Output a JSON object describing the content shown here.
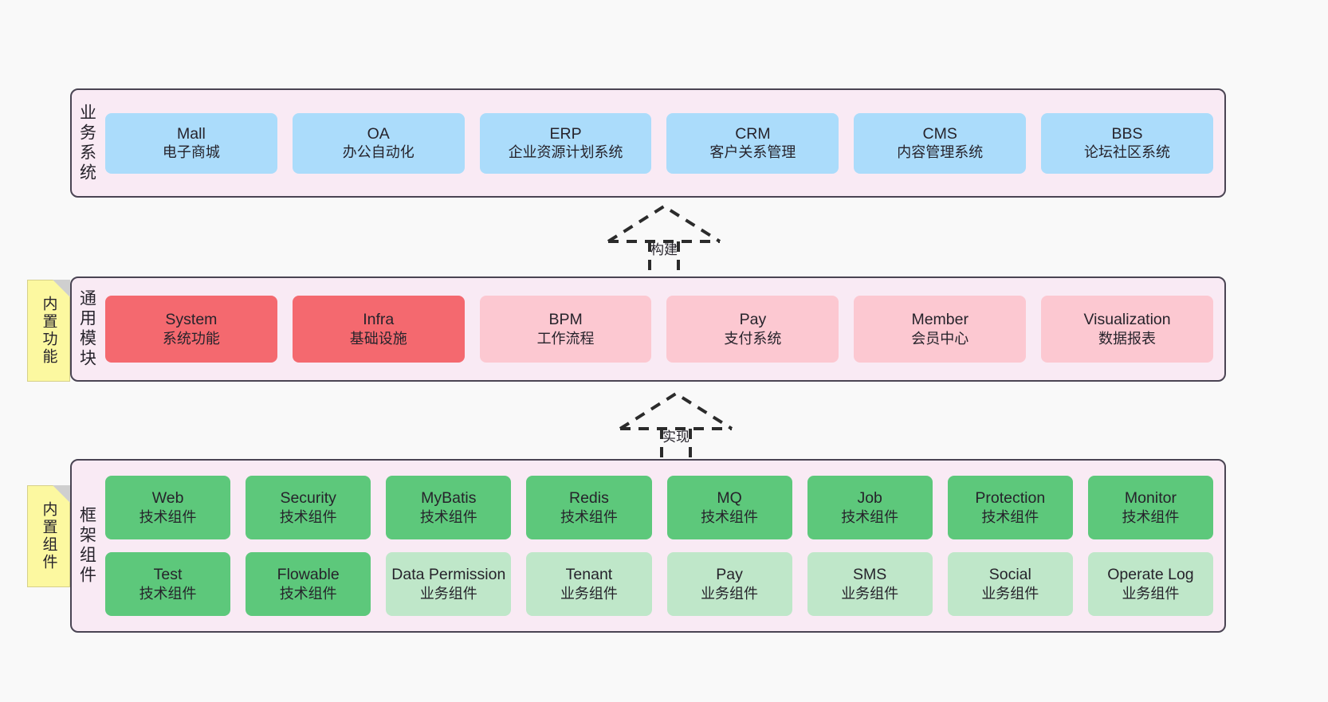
{
  "diagram": {
    "title_note": "",
    "colors": {
      "canvas_bg": "#f9f9f9",
      "layer_bg": "#f9eaf4",
      "layer_border": "#4a4453",
      "blue": "#abdcfb",
      "red_strong": "#f4696f",
      "red_soft": "#fcc8d1",
      "green_strong": "#5dc87b",
      "green_soft": "#bfe7c9",
      "sticky_yellow": "#fcf8a0",
      "sticky_fold": "#cfcfcf",
      "text": "#26232b"
    }
  },
  "layers": {
    "business": {
      "title": "业务系统",
      "cards": [
        {
          "name": "Mall",
          "desc": "电子商城"
        },
        {
          "name": "OA",
          "desc": "办公自动化"
        },
        {
          "name": "ERP",
          "desc": "企业资源计划系统"
        },
        {
          "name": "CRM",
          "desc": "客户关系管理"
        },
        {
          "name": "CMS",
          "desc": "内容管理系统"
        },
        {
          "name": "BBS",
          "desc": "论坛社区系统"
        }
      ]
    },
    "common": {
      "title": "通用模块",
      "sticky": "内置功能",
      "cards": [
        {
          "name": "System",
          "desc": "系统功能",
          "tone": "red-strong"
        },
        {
          "name": "Infra",
          "desc": "基础设施",
          "tone": "red-strong"
        },
        {
          "name": "BPM",
          "desc": "工作流程",
          "tone": "red-soft"
        },
        {
          "name": "Pay",
          "desc": "支付系统",
          "tone": "red-soft"
        },
        {
          "name": "Member",
          "desc": "会员中心",
          "tone": "red-soft"
        },
        {
          "name": "Visualization",
          "desc": "数据报表",
          "tone": "red-soft"
        }
      ]
    },
    "frame": {
      "title": "框架组件",
      "sticky": "内置组件",
      "row1": [
        {
          "name": "Web",
          "desc": "技术组件",
          "tone": "green-strong"
        },
        {
          "name": "Security",
          "desc": "技术组件",
          "tone": "green-strong"
        },
        {
          "name": "MyBatis",
          "desc": "技术组件",
          "tone": "green-strong"
        },
        {
          "name": "Redis",
          "desc": "技术组件",
          "tone": "green-strong"
        },
        {
          "name": "MQ",
          "desc": "技术组件",
          "tone": "green-strong"
        },
        {
          "name": "Job",
          "desc": "技术组件",
          "tone": "green-strong"
        },
        {
          "name": "Protection",
          "desc": "技术组件",
          "tone": "green-strong"
        },
        {
          "name": "Monitor",
          "desc": "技术组件",
          "tone": "green-strong"
        }
      ],
      "row2": [
        {
          "name": "Test",
          "desc": "技术组件",
          "tone": "green-strong"
        },
        {
          "name": "Flowable",
          "desc": "技术组件",
          "tone": "green-strong"
        },
        {
          "name": "Data Permission",
          "desc": "业务组件",
          "tone": "green-soft"
        },
        {
          "name": "Tenant",
          "desc": "业务组件",
          "tone": "green-soft"
        },
        {
          "name": "Pay",
          "desc": "业务组件",
          "tone": "green-soft"
        },
        {
          "name": "SMS",
          "desc": "业务组件",
          "tone": "green-soft"
        },
        {
          "name": "Social",
          "desc": "业务组件",
          "tone": "green-soft"
        },
        {
          "name": "Operate Log",
          "desc": "业务组件",
          "tone": "green-soft"
        }
      ]
    }
  },
  "connectors": [
    {
      "label": "构建",
      "from": "common",
      "to": "business"
    },
    {
      "label": "实现",
      "from": "frame",
      "to": "common"
    }
  ]
}
